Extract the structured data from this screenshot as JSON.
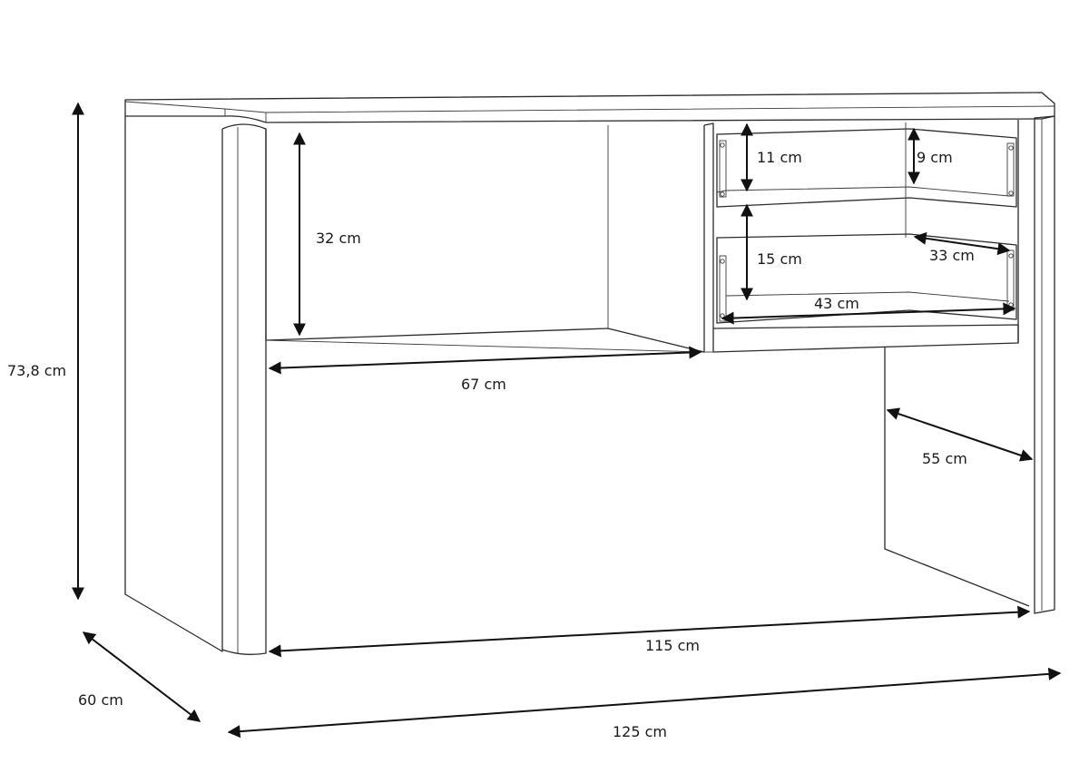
{
  "colors": {
    "line": "#2b2b2b",
    "arrow": "#111111",
    "background": "#ffffff",
    "text": "#1a1a1a"
  },
  "dimensions": {
    "total_height": "73,8 cm",
    "depth": "60 cm",
    "total_width": "125 cm",
    "inner_width": "115 cm",
    "leg_depth": "55 cm",
    "shelf_width": "67 cm",
    "shelf_height": "32 cm",
    "upper_drawer_outer": "11 cm",
    "upper_drawer_inner": "9 cm",
    "lower_drawer_height": "15 cm",
    "drawer_depth": "33 cm",
    "drawer_width": "43 cm"
  }
}
